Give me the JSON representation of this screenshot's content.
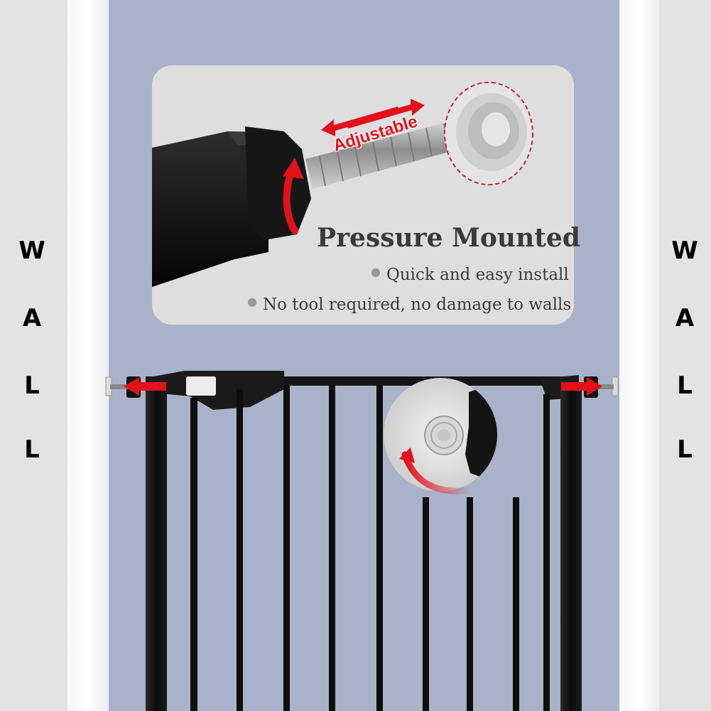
{
  "callout": {
    "title": "Pressure Mounted",
    "spring_label": "Adjustable",
    "bullets": [
      "Quick and easy install",
      "No tool required, no damage to walls"
    ]
  },
  "wall_labels": {
    "left": [
      "W",
      "A",
      "L",
      "L"
    ],
    "right": [
      "W",
      "A",
      "L",
      "L"
    ]
  },
  "colors": {
    "wall": "#e3e3e3",
    "door_trim": "#f6f6f6",
    "opening": "#a9b2c8",
    "gate": "#111111",
    "arrow": "#e3111a",
    "callout_bg": "#dedede",
    "text": "#3a3a3a"
  }
}
